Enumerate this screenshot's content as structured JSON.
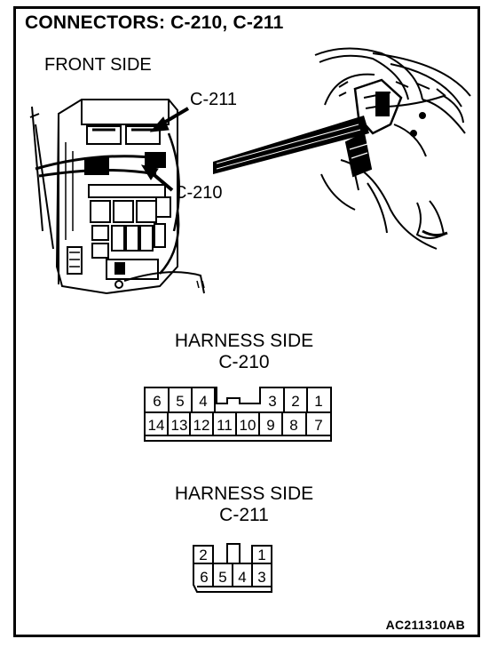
{
  "title": "CONNECTORS: C-210, C-211",
  "front_side_label": "FRONT SIDE",
  "callouts": {
    "c211": "C-211",
    "c210": "C-210"
  },
  "c210": {
    "heading_line1": "HARNESS SIDE",
    "heading_line2": "C-210",
    "top_row": [
      "6",
      "5",
      "4",
      "3",
      "2",
      "1"
    ],
    "bottom_row": [
      "14",
      "13",
      "12",
      "11",
      "10",
      "9",
      "8",
      "7"
    ]
  },
  "c211": {
    "heading_line1": "HARNESS SIDE",
    "heading_line2": "C-211",
    "top_row": [
      "2",
      "1"
    ],
    "bottom_row": [
      "6",
      "5",
      "4",
      "3"
    ]
  },
  "figure_code": "AC211310AB"
}
